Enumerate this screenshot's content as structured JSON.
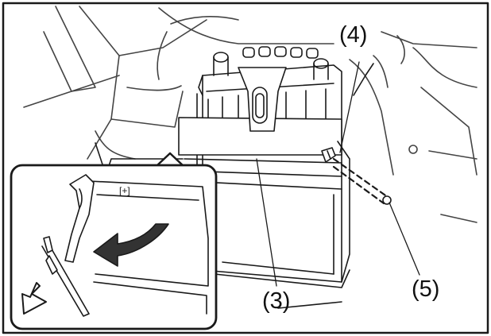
{
  "callouts": {
    "c3": "(3)",
    "c4": "(4)",
    "c5": "(5)"
  },
  "inset_battery_label": "[+]",
  "colors": {
    "line": "#1a1a1a",
    "light_line": "#555555",
    "background": "#ffffff",
    "arrow_fill": "#333333"
  }
}
